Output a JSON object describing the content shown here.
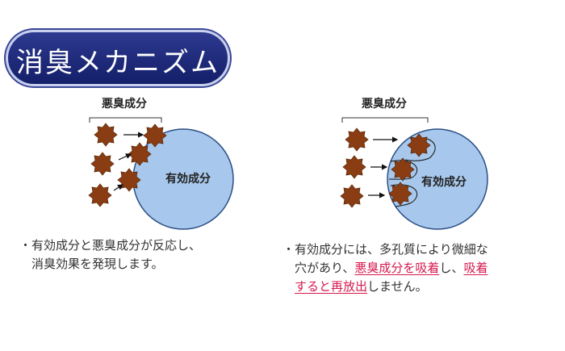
{
  "title": "消臭メカニズム",
  "left_panel": {
    "odor_label": "悪臭成分",
    "circle_label": "有効成分",
    "caption_line1": "・有効成分と悪臭成分が反応し、",
    "caption_line2": "消臭効果を発現します。"
  },
  "right_panel": {
    "odor_label": "悪臭成分",
    "circle_label": "有効成分",
    "caption_line1": "・有効成分には、多孔質により微細な",
    "caption_line2_pre": "穴があり、",
    "caption_line2_red1": "悪臭成分を吸着",
    "caption_line2_mid": "し、",
    "caption_line2_red2": "吸着",
    "caption_line3_red": "すると再放出",
    "caption_line3_post": "しません。"
  },
  "colors": {
    "title_bg": "#1f2a7a",
    "circle_fill": "#a7c8ec",
    "circle_stroke": "#2c4f86",
    "star_fill": "#8a3d12",
    "highlight_red": "#d6184e"
  }
}
